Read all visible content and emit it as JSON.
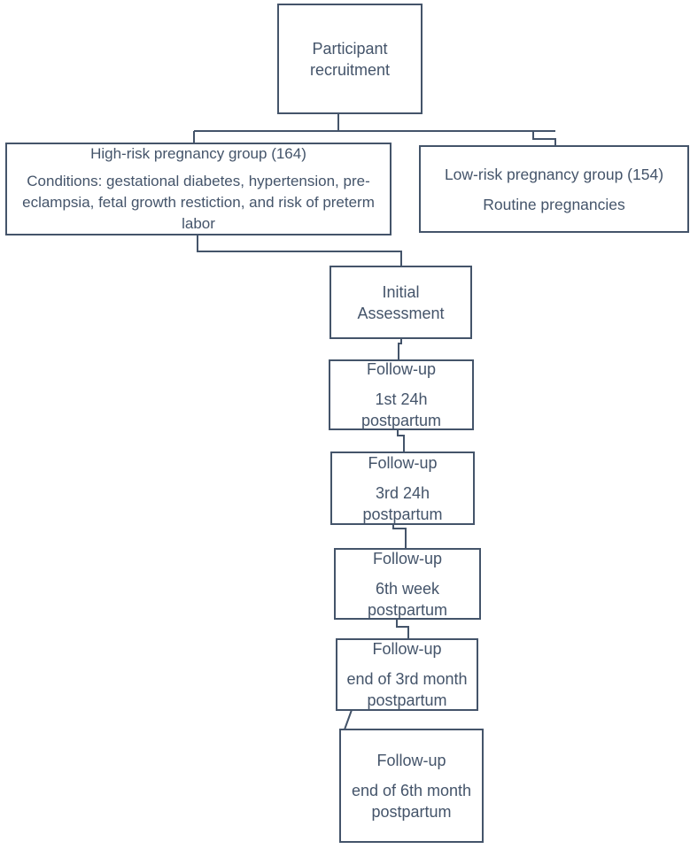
{
  "colors": {
    "line": "#44546a",
    "text": "#44546a",
    "background": "#ffffff"
  },
  "nodes": {
    "recruitment": {
      "line1": "Participant",
      "line2": "recruitment"
    },
    "high_risk": {
      "title": "High-risk pregnancy group (164)",
      "body": "Conditions: gestational diabetes, hypertension, pre-eclampsia, fetal growth restiction, and risk of preterm labor"
    },
    "low_risk": {
      "title": "Low-risk pregnancy group (154)",
      "body": "Routine pregnancies"
    },
    "initial_assessment": {
      "line1": "Initial",
      "line2": "Assessment"
    },
    "followup_1": {
      "title": "Follow-up",
      "body_line1": "1st 24h",
      "body_line2": "postpartum"
    },
    "followup_2": {
      "title": "Follow-up",
      "body_line1": "3rd 24h",
      "body_line2": "postpartum"
    },
    "followup_3": {
      "title": "Follow-up",
      "body_line1": "6th week",
      "body_line2": "postpartum"
    },
    "followup_4": {
      "title": "Follow-up",
      "body_line1": "end of 3rd month",
      "body_line2": "postpartum"
    },
    "followup_5": {
      "title": "Follow-up",
      "body_line1": "end of 6th month",
      "body_line2": "postpartum"
    }
  }
}
